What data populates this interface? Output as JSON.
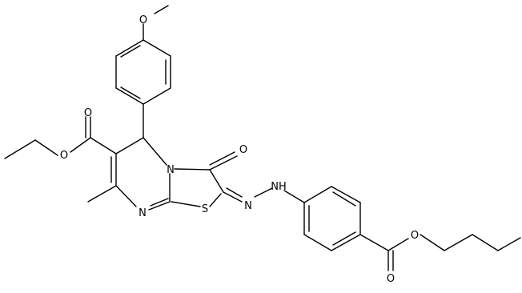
{
  "molecule": {
    "atom_labels": {
      "methoxy_o": "O",
      "ester_o_carbonyl": "O",
      "ester_o_ether": "O",
      "ring_n": "N",
      "ring_n_lower": "N",
      "oxo_o": "O",
      "ring_s": "S",
      "hydrazone_nh": "NH",
      "hydrazone_n": "N",
      "butyl_o_ether": "O",
      "butyl_o_carbonyl": "O"
    }
  }
}
